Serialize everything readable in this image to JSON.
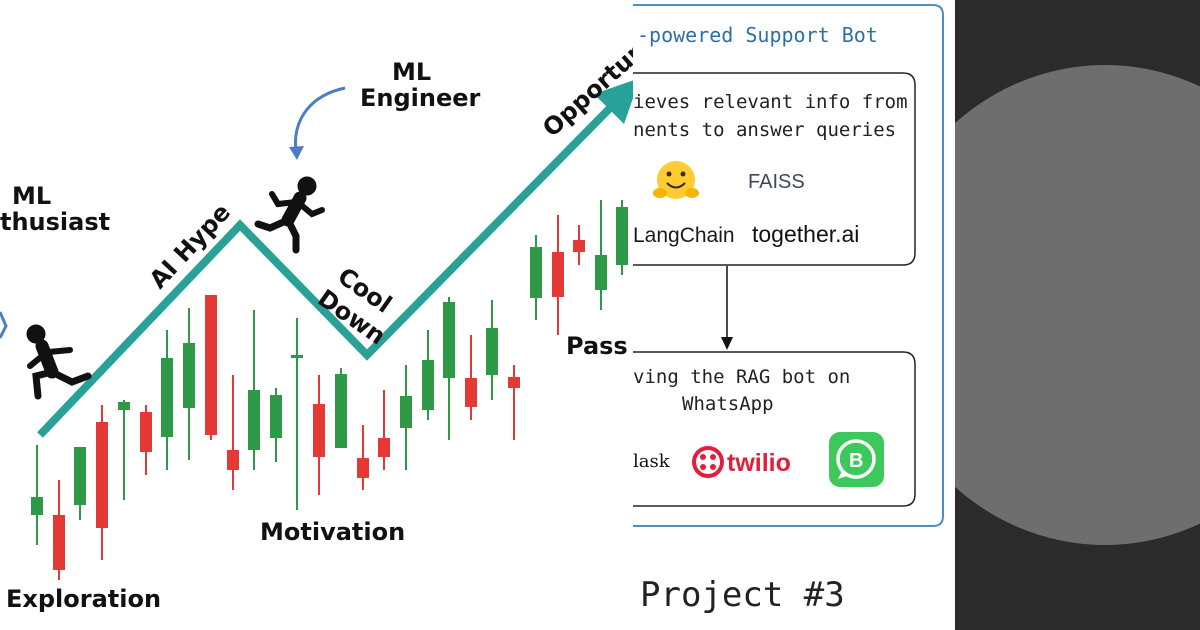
{
  "journey": {
    "labels": {
      "enthusiast_line1": "ML",
      "enthusiast_line2": "thusiast",
      "ai_hype": "AI Hype",
      "ml_engineer_line1": "ML",
      "ml_engineer_line2": "Engineer",
      "cool": "Cool",
      "down": "Down",
      "opportunity": "Opportuni",
      "passion": "Pass",
      "motivation": "Motivation",
      "exploration": "Exploration"
    },
    "colors": {
      "trend_line": "#2aa198",
      "candle_up": "#2e9a47",
      "candle_down": "#e53935",
      "arrow": "#4a7fc1"
    }
  },
  "project": {
    "title": "-powered Support Bot",
    "box1": {
      "line1": "ieves relevant info from",
      "line2": "nents to answer queries",
      "tools": [
        "FAISS",
        "LangChain",
        "together.ai"
      ],
      "icons": [
        "hugging-face-emoji-icon"
      ]
    },
    "box2": {
      "line1": "ving the RAG bot on",
      "line2": "WhatsApp",
      "tools": [
        "lask",
        "twilio"
      ],
      "icons": [
        "twilio-icon",
        "whatsapp-business-icon"
      ]
    },
    "caption": "Project #3",
    "colors": {
      "border": "#4a90c8",
      "title": "#2f6fa8",
      "twilio": "#e31e3c",
      "whatsapp": "#3cc85a"
    }
  }
}
